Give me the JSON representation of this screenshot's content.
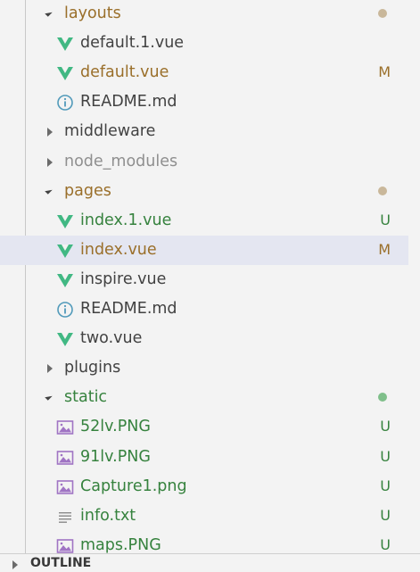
{
  "colors": {
    "modified": "#9a6f2a",
    "untracked": "#36823e",
    "plain": "#424242",
    "ignored": "#8f8f8f",
    "vue_icon": "#41b883",
    "info_icon": "#519aba",
    "image_icon": "#a074c4",
    "selected_bg": "#e4e6f1"
  },
  "tree": [
    {
      "name": "layouts",
      "kind": "folder-open",
      "status": "modified",
      "indicator": "dot"
    },
    {
      "name": "default.1.vue",
      "kind": "vue",
      "status": "plain",
      "indicator": ""
    },
    {
      "name": "default.vue",
      "kind": "vue",
      "status": "modified",
      "indicator": "M"
    },
    {
      "name": "README.md",
      "kind": "info",
      "status": "plain",
      "indicator": ""
    },
    {
      "name": "middleware",
      "kind": "folder-closed",
      "status": "plain",
      "indicator": ""
    },
    {
      "name": "node_modules",
      "kind": "folder-closed",
      "status": "ignored",
      "indicator": ""
    },
    {
      "name": "pages",
      "kind": "folder-open",
      "status": "modified",
      "indicator": "dot"
    },
    {
      "name": "index.1.vue",
      "kind": "vue",
      "status": "untracked",
      "indicator": "U"
    },
    {
      "name": "index.vue",
      "kind": "vue",
      "status": "modified",
      "indicator": "M",
      "selected": true
    },
    {
      "name": "inspire.vue",
      "kind": "vue",
      "status": "plain",
      "indicator": ""
    },
    {
      "name": "README.md",
      "kind": "info",
      "status": "plain",
      "indicator": ""
    },
    {
      "name": "two.vue",
      "kind": "vue",
      "status": "plain",
      "indicator": ""
    },
    {
      "name": "plugins",
      "kind": "folder-closed",
      "status": "plain",
      "indicator": ""
    },
    {
      "name": "static",
      "kind": "folder-open",
      "status": "untracked",
      "indicator": "dot"
    },
    {
      "name": "52lv.PNG",
      "kind": "image",
      "status": "untracked",
      "indicator": "U"
    },
    {
      "name": "91lv.PNG",
      "kind": "image",
      "status": "untracked",
      "indicator": "U"
    },
    {
      "name": "Capture1.png",
      "kind": "image",
      "status": "untracked",
      "indicator": "U"
    },
    {
      "name": "info.txt",
      "kind": "text",
      "status": "untracked",
      "indicator": "U"
    },
    {
      "name": "maps.PNG",
      "kind": "image",
      "status": "untracked",
      "indicator": "U"
    }
  ],
  "footer": {
    "label": "OUTLINE"
  }
}
